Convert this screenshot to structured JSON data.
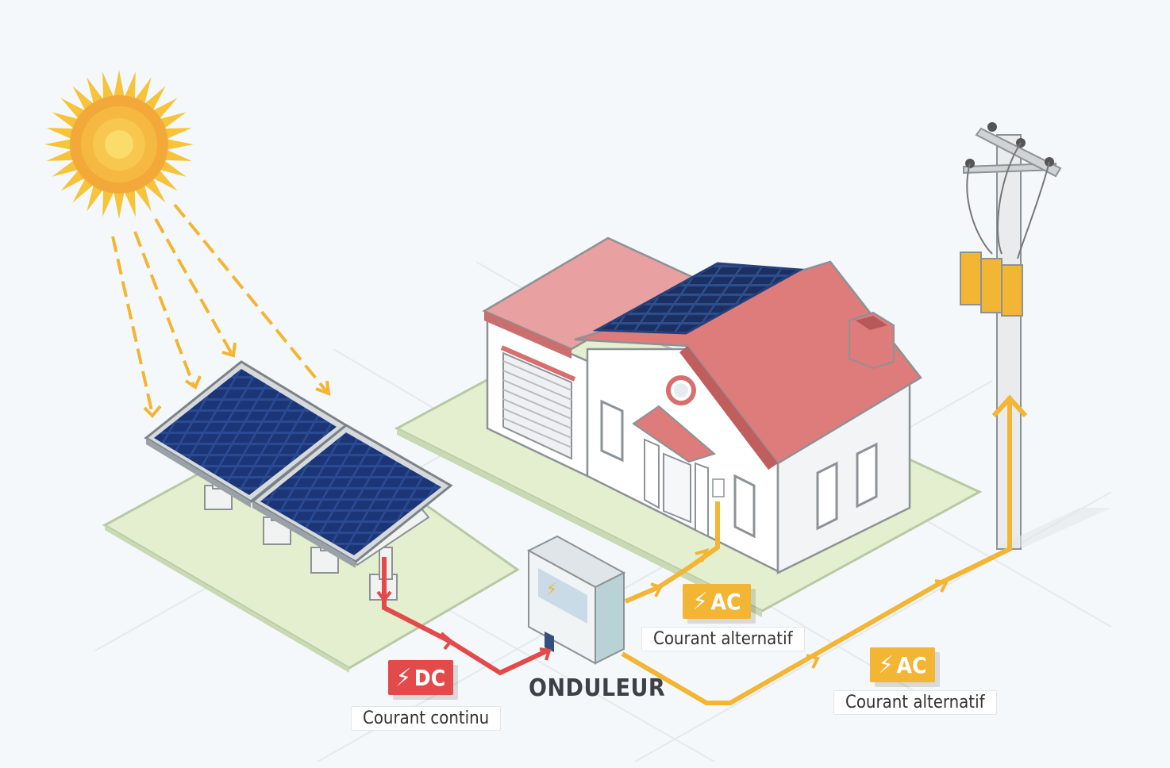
{
  "labels": {
    "dc_tag": "DC",
    "dc_caption": "Courant continu",
    "inverter": "ONDULEUR",
    "ac_tag_house": "AC",
    "ac_caption_house": "Courant alternatif",
    "ac_tag_grid": "AC",
    "ac_caption_grid": "Courant alternatif"
  },
  "colors": {
    "dc_line": "#e34a4a",
    "ac_line": "#f2b534",
    "sun": "#f6b93b",
    "roof": "#de7b7b",
    "panel": "#1f3a78",
    "ground": "#e3efcf"
  },
  "icons": {
    "bolt": "⚡"
  }
}
